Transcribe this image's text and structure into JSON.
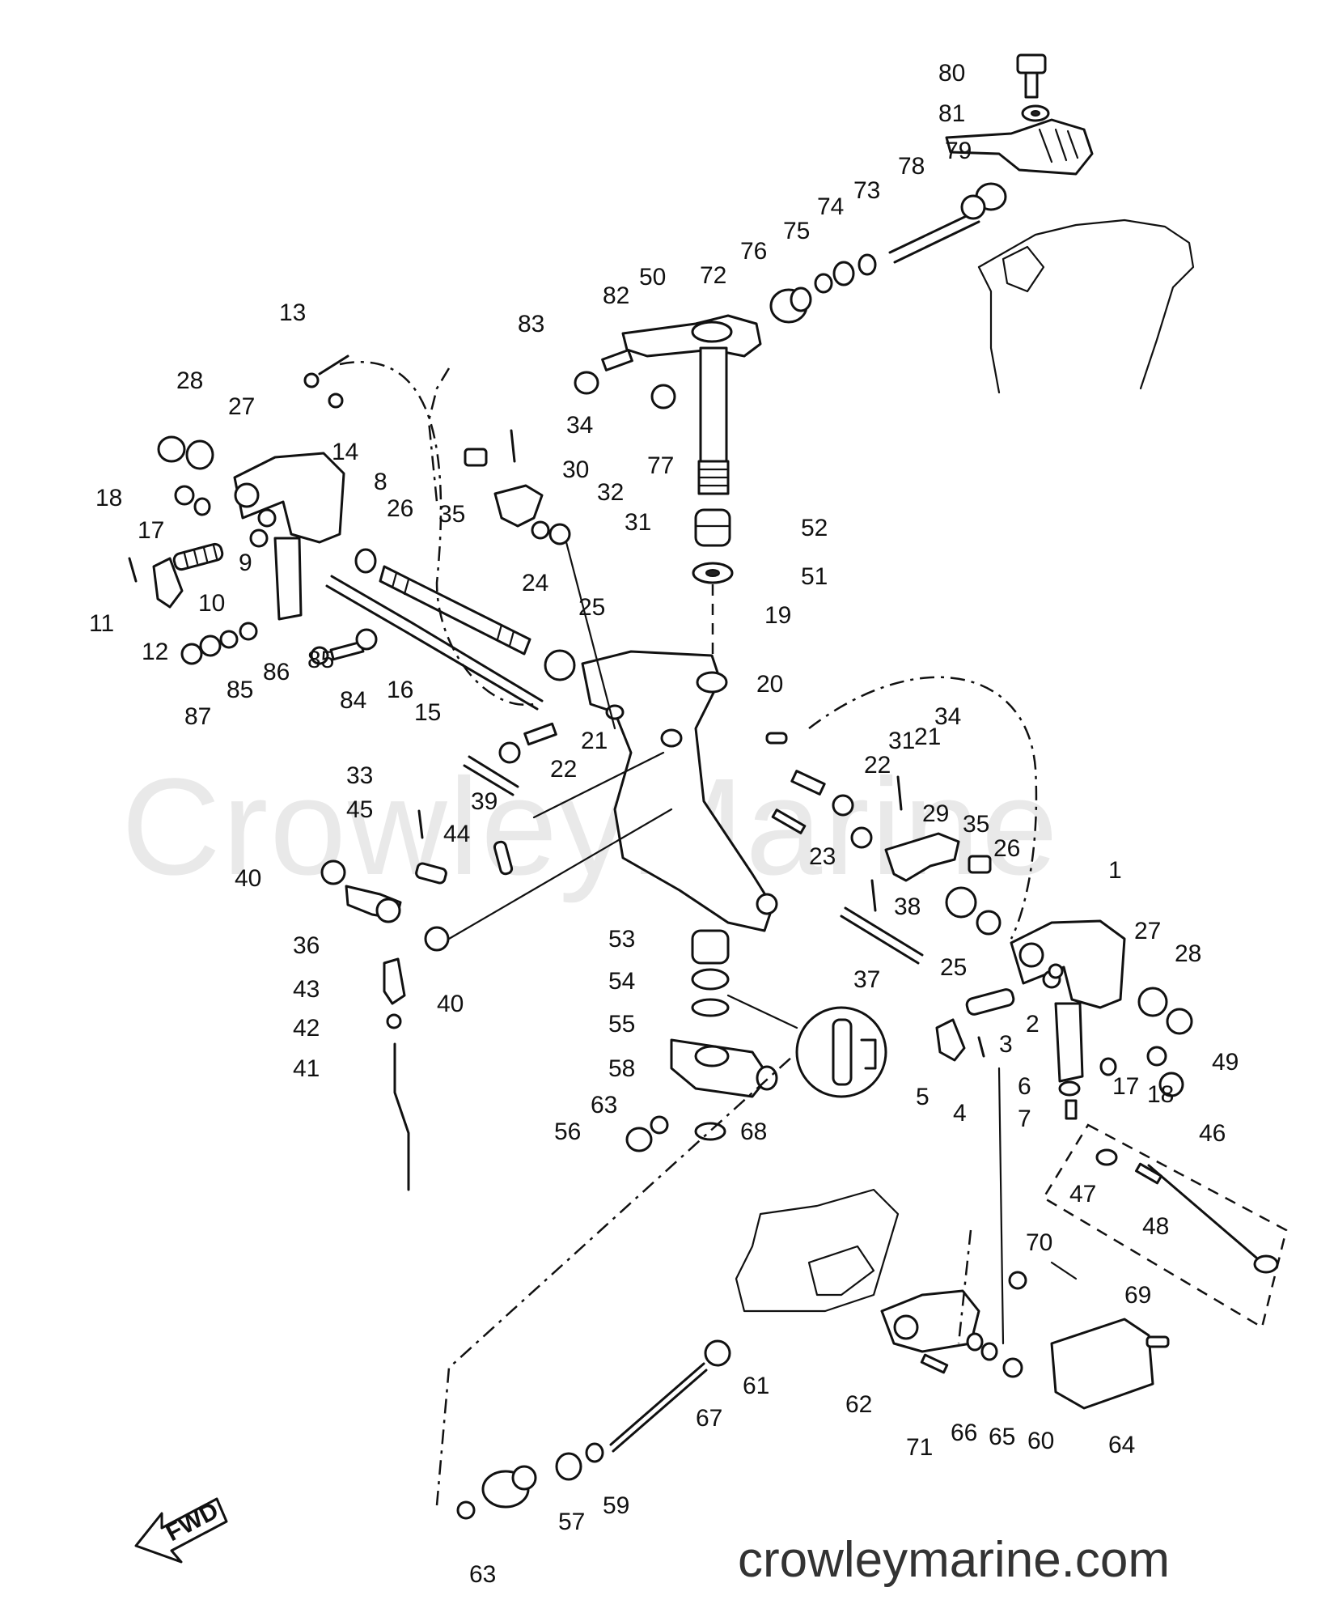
{
  "watermark": "CrowleyMarine",
  "site_url": "crowleymarine.com",
  "direction_label": "FWD",
  "part_callouts": [
    "80",
    "81",
    "79",
    "78",
    "73",
    "74",
    "75",
    "76",
    "72",
    "50",
    "82",
    "83",
    "77",
    "13",
    "14",
    "28",
    "27",
    "18",
    "17",
    "11",
    "12",
    "10",
    "9",
    "8",
    "26",
    "34",
    "35",
    "30",
    "32",
    "31",
    "52",
    "51",
    "24",
    "25",
    "19",
    "86",
    "85",
    "87",
    "84",
    "16",
    "15",
    "20",
    "21",
    "22",
    "33",
    "45",
    "44",
    "40",
    "36",
    "43",
    "42",
    "41",
    "39",
    "23",
    "29",
    "1",
    "27",
    "28",
    "38",
    "37",
    "2",
    "3",
    "4",
    "5",
    "6",
    "7",
    "17",
    "18",
    "49",
    "46",
    "47",
    "48",
    "53",
    "54",
    "55",
    "58",
    "63",
    "56",
    "68",
    "70",
    "69",
    "64",
    "62",
    "61",
    "67",
    "71",
    "66",
    "65",
    "60",
    "59",
    "57"
  ]
}
